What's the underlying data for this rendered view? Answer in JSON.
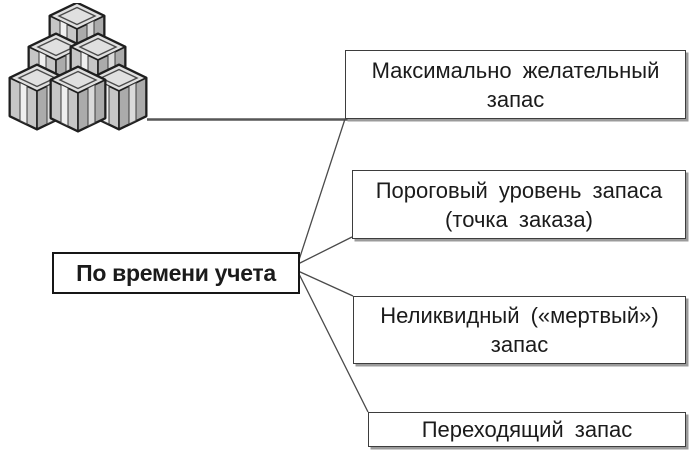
{
  "diagram": {
    "icon": {
      "name": "stacked-boxes-icon"
    },
    "root": {
      "label": "По времени учета"
    },
    "branches": [
      {
        "label": "Максимально желательный\nзапас"
      },
      {
        "label": "Пороговый уровень запаса\n(точка заказа)"
      },
      {
        "label": "Неликвидный («мертвый»)\nзапас"
      },
      {
        "label": "Переходящий запас"
      }
    ],
    "colors": {
      "background": "#ffffff",
      "text": "#1b1b1b",
      "box_border": "#3d3d3d",
      "root_border": "#161616",
      "box_shadow": "#9b9b9b",
      "connector": "#4a4a4a",
      "main_line": "#575757"
    }
  }
}
